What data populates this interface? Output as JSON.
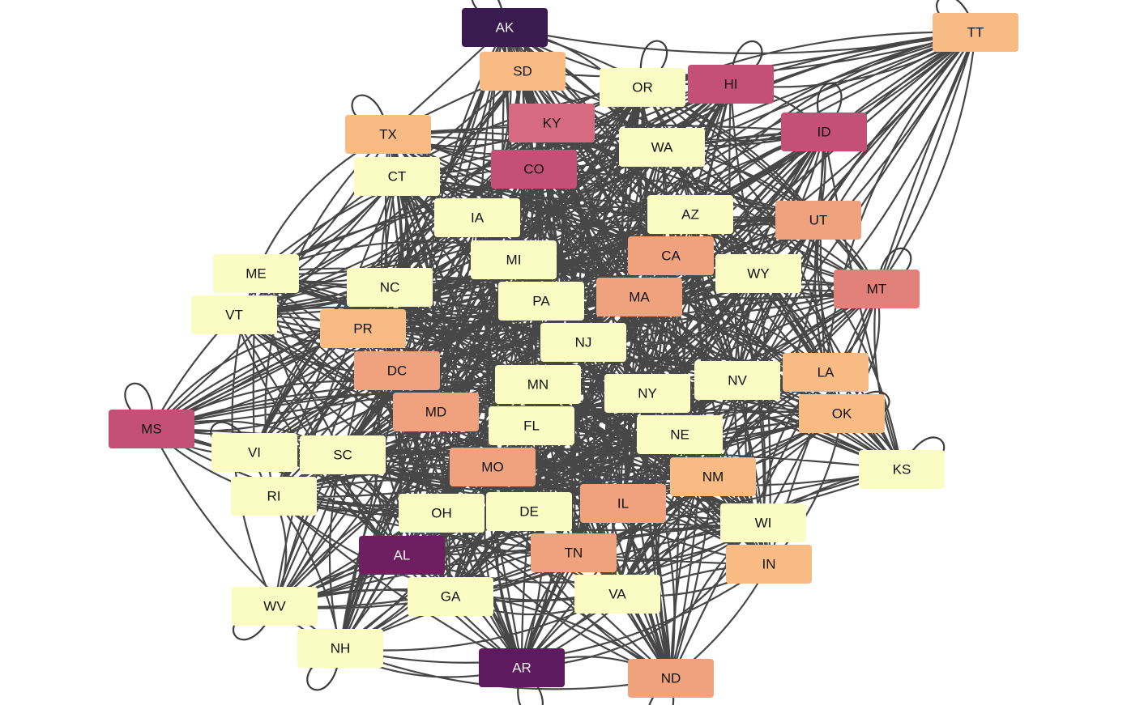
{
  "graph": {
    "edge_color": "#3d3d3d",
    "palette": {
      "pale": "#fbfcc4",
      "peach": "#f8bb84",
      "salmon": "#f0a27e",
      "coral": "#e2807a",
      "rose": "#d56a80",
      "magenta": "#c45078",
      "plum": "#6e1f5f",
      "purple": "#5e1a5e",
      "dark": "#3a1a4f"
    },
    "nodes": [
      {
        "id": "AK",
        "label": "AK",
        "color": "dark"
      },
      {
        "id": "TT",
        "label": "TT",
        "color": "peach"
      },
      {
        "id": "SD",
        "label": "SD",
        "color": "peach"
      },
      {
        "id": "OR",
        "label": "OR",
        "color": "pale"
      },
      {
        "id": "HI",
        "label": "HI",
        "color": "magenta"
      },
      {
        "id": "KY",
        "label": "KY",
        "color": "rose"
      },
      {
        "id": "ID",
        "label": "ID",
        "color": "magenta"
      },
      {
        "id": "TX",
        "label": "TX",
        "color": "peach"
      },
      {
        "id": "WA",
        "label": "WA",
        "color": "pale"
      },
      {
        "id": "CO",
        "label": "CO",
        "color": "magenta"
      },
      {
        "id": "CT",
        "label": "CT",
        "color": "pale"
      },
      {
        "id": "IA",
        "label": "IA",
        "color": "pale"
      },
      {
        "id": "AZ",
        "label": "AZ",
        "color": "pale"
      },
      {
        "id": "UT",
        "label": "UT",
        "color": "salmon"
      },
      {
        "id": "CA",
        "label": "CA",
        "color": "salmon"
      },
      {
        "id": "MI",
        "label": "MI",
        "color": "pale"
      },
      {
        "id": "ME",
        "label": "ME",
        "color": "pale"
      },
      {
        "id": "WY",
        "label": "WY",
        "color": "pale"
      },
      {
        "id": "NC",
        "label": "NC",
        "color": "pale"
      },
      {
        "id": "MT",
        "label": "MT",
        "color": "coral"
      },
      {
        "id": "MA",
        "label": "MA",
        "color": "salmon"
      },
      {
        "id": "PA",
        "label": "PA",
        "color": "pale"
      },
      {
        "id": "VT",
        "label": "VT",
        "color": "pale"
      },
      {
        "id": "PR",
        "label": "PR",
        "color": "peach"
      },
      {
        "id": "NJ",
        "label": "NJ",
        "color": "pale"
      },
      {
        "id": "DC",
        "label": "DC",
        "color": "salmon"
      },
      {
        "id": "LA",
        "label": "LA",
        "color": "peach"
      },
      {
        "id": "NV",
        "label": "NV",
        "color": "pale"
      },
      {
        "id": "MN",
        "label": "MN",
        "color": "pale"
      },
      {
        "id": "NY",
        "label": "NY",
        "color": "pale"
      },
      {
        "id": "OK",
        "label": "OK",
        "color": "peach"
      },
      {
        "id": "MD",
        "label": "MD",
        "color": "salmon"
      },
      {
        "id": "MS",
        "label": "MS",
        "color": "magenta"
      },
      {
        "id": "FL",
        "label": "FL",
        "color": "pale"
      },
      {
        "id": "NE",
        "label": "NE",
        "color": "pale"
      },
      {
        "id": "VI",
        "label": "VI",
        "color": "pale"
      },
      {
        "id": "SC",
        "label": "SC",
        "color": "pale"
      },
      {
        "id": "MO",
        "label": "MO",
        "color": "salmon"
      },
      {
        "id": "KS",
        "label": "KS",
        "color": "pale"
      },
      {
        "id": "NM",
        "label": "NM",
        "color": "peach"
      },
      {
        "id": "RI",
        "label": "RI",
        "color": "pale"
      },
      {
        "id": "IL",
        "label": "IL",
        "color": "salmon"
      },
      {
        "id": "OH",
        "label": "OH",
        "color": "pale"
      },
      {
        "id": "DE",
        "label": "DE",
        "color": "pale"
      },
      {
        "id": "WI",
        "label": "WI",
        "color": "pale"
      },
      {
        "id": "AL",
        "label": "AL",
        "color": "plum"
      },
      {
        "id": "TN",
        "label": "TN",
        "color": "salmon"
      },
      {
        "id": "IN",
        "label": "IN",
        "color": "peach"
      },
      {
        "id": "GA",
        "label": "GA",
        "color": "pale"
      },
      {
        "id": "VA",
        "label": "VA",
        "color": "pale"
      },
      {
        "id": "WV",
        "label": "WV",
        "color": "pale"
      },
      {
        "id": "NH",
        "label": "NH",
        "color": "pale"
      },
      {
        "id": "AR",
        "label": "AR",
        "color": "purple"
      },
      {
        "id": "ND",
        "label": "ND",
        "color": "salmon"
      }
    ],
    "self_loops": [
      "AK",
      "TT",
      "SD",
      "OR",
      "ID",
      "TX",
      "MS",
      "MT",
      "KS",
      "OK",
      "ND",
      "AR",
      "VI",
      "WV",
      "NH",
      "HI"
    ],
    "dark_label_colors": [
      "dark",
      "plum",
      "purple"
    ]
  }
}
